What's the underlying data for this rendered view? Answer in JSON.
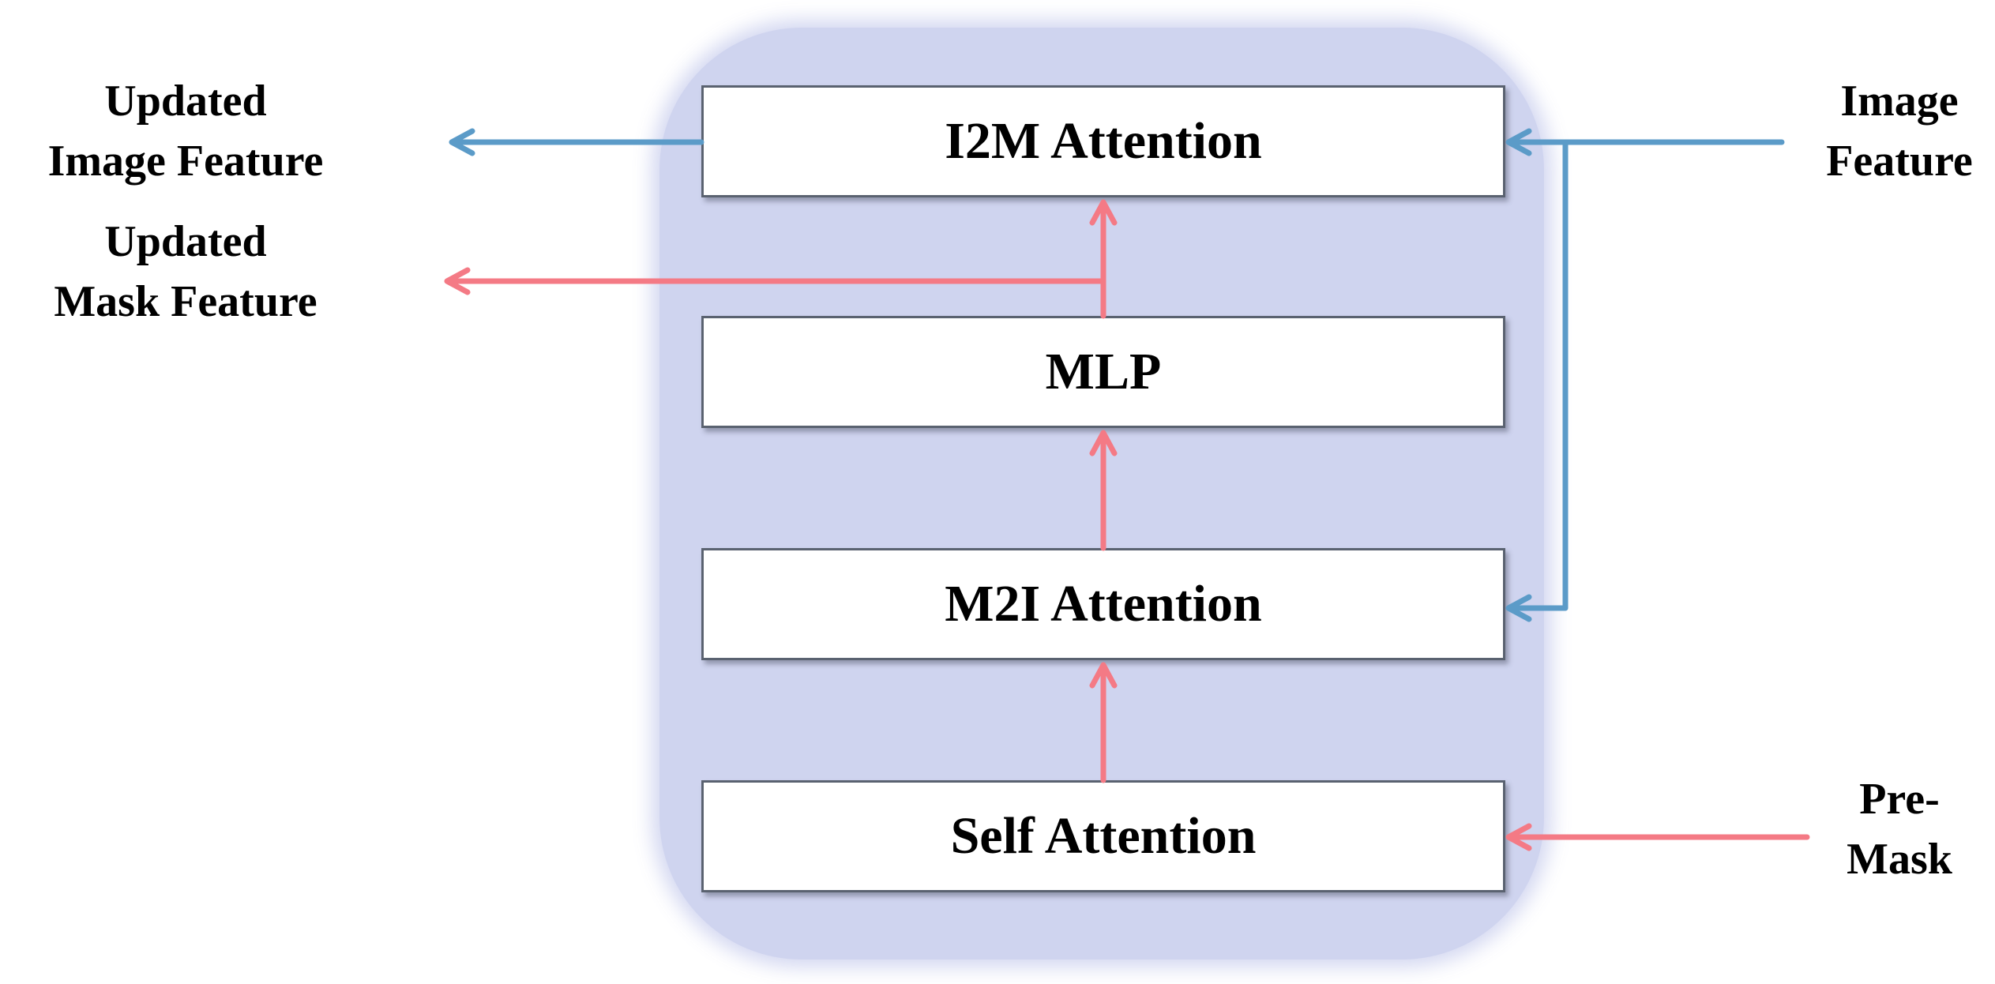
{
  "diagram": {
    "blocks": {
      "i2m_attention": "I2M Attention",
      "mlp": "MLP",
      "m2i_attention": "M2I Attention",
      "self_attention": "Self Attention"
    },
    "labels": {
      "updated_image_feature": [
        "Updated",
        "Image Feature"
      ],
      "updated_mask_feature": [
        "Updated",
        "Mask Feature"
      ],
      "image_feature": [
        "Image",
        "Feature"
      ],
      "pre_mask": [
        "Pre-",
        "Mask"
      ]
    },
    "colors": {
      "panel": "#cfd4ef",
      "image_flow": "#5b9bc8",
      "mask_flow": "#f47a85",
      "block_border": "#5a6270"
    }
  }
}
